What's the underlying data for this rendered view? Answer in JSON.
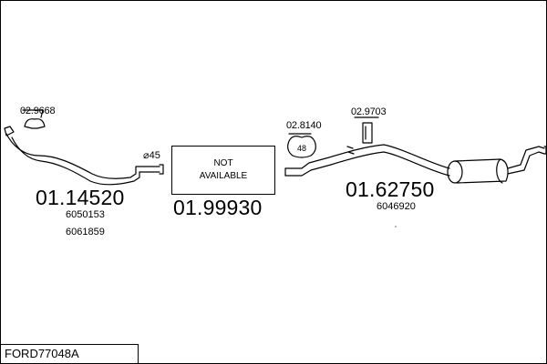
{
  "diagram": {
    "code": "FORD77048A",
    "not_available_line1": "NOT",
    "not_available_line2": "AVAILABLE",
    "diameter_label": "⌀45",
    "clamp_size": "48",
    "parts": [
      {
        "part_no": "01.14520",
        "refs": [
          "6050153",
          "6061859"
        ]
      },
      {
        "part_no": "01.99930",
        "refs": []
      },
      {
        "part_no": "01.62750",
        "refs": [
          "6046920"
        ]
      }
    ],
    "accessories": [
      {
        "part_no": "02.9668"
      },
      {
        "part_no": "02.8140"
      },
      {
        "part_no": "02.9703"
      }
    ]
  }
}
